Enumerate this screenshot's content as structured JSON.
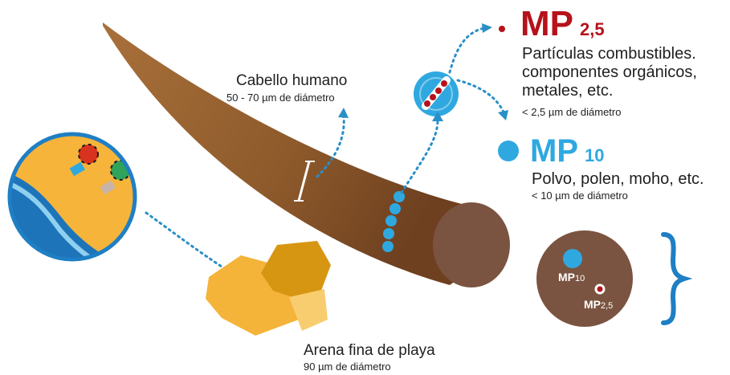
{
  "hair": {
    "title": "Cabello humano",
    "size": "50 - 70 µm de diámetro",
    "color": "#8a5228"
  },
  "sand": {
    "title": "Arena fina de playa",
    "size": "90 µm de diámetro",
    "color": "#f4b43a"
  },
  "mp25": {
    "label": "MP",
    "sub": "2,5",
    "description_lines": [
      "Partículas combustibles.",
      "componentes orgánicos,",
      "metales, etc."
    ],
    "size": "< 2,5 µm de diámetro",
    "color": "#b5121b"
  },
  "mp10": {
    "label": "MP",
    "sub": "10",
    "description": "Polvo, polen, moho, etc.",
    "size": "< 10 µm de diámetro",
    "color": "#2fa8e0"
  },
  "comparison": {
    "mp10_label": "MP",
    "mp10_sub": "10",
    "mp25_label": "MP",
    "mp25_sub": "2,5"
  },
  "icons": [
    "beach-icon",
    "sand-grain-icon",
    "hair-strand-icon",
    "particle-zoom-icon",
    "brace-icon"
  ]
}
